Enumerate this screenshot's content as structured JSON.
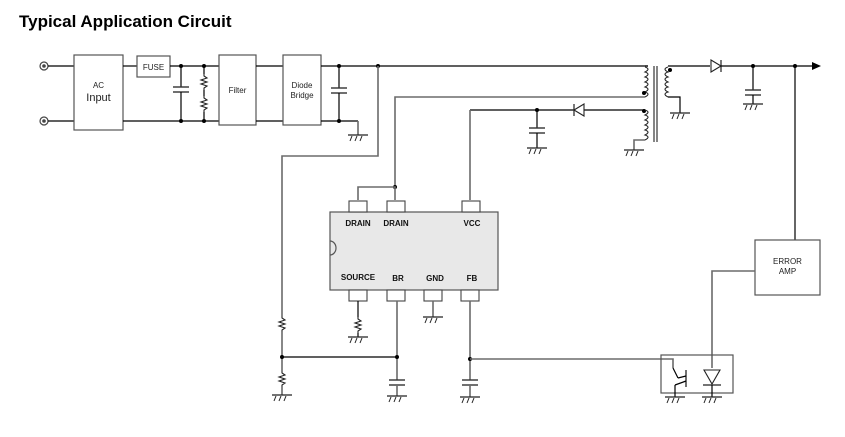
{
  "title": "Typical Application Circuit",
  "blocks": {
    "ac_input": {
      "line1": "AC",
      "line2": "Input"
    },
    "fuse": "FUSE",
    "filter": "Filter",
    "diode_bridge": {
      "line1": "Diode",
      "line2": "Bridge"
    },
    "error_amp": {
      "line1": "ERROR",
      "line2": "AMP"
    }
  },
  "ic": {
    "top_pins": [
      "DRAIN",
      "DRAIN",
      "VCC"
    ],
    "bottom_pins": [
      "SOURCE",
      "BR",
      "GND",
      "FB"
    ]
  }
}
